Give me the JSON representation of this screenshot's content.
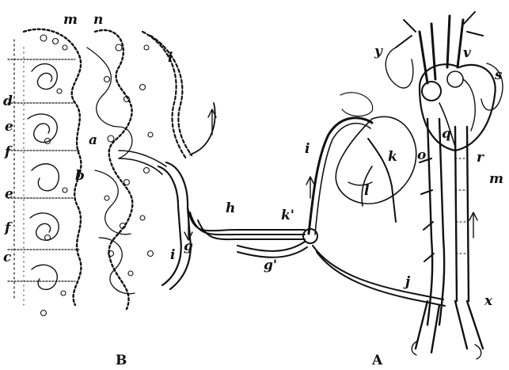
{
  "figure": {
    "panel_labels": {
      "left": "B",
      "right": "A"
    },
    "labels": {
      "m_left": "m",
      "n": "n",
      "d": "d",
      "e_top": "e",
      "f_top": "f",
      "b": "b",
      "e_bottom": "e",
      "f_bottom": "f",
      "c": "c",
      "a": "a",
      "i_top_b": "i",
      "i_bottom_b": "i",
      "g": "g",
      "h": "h",
      "g_prime": "g'",
      "k_prime": "k'",
      "i_a": "i",
      "k": "k",
      "l": "l",
      "o": "o",
      "q": "q",
      "r": "r",
      "m_right": "m",
      "y": "y",
      "v": "v",
      "s": "s",
      "j": "j",
      "x": "x"
    }
  }
}
